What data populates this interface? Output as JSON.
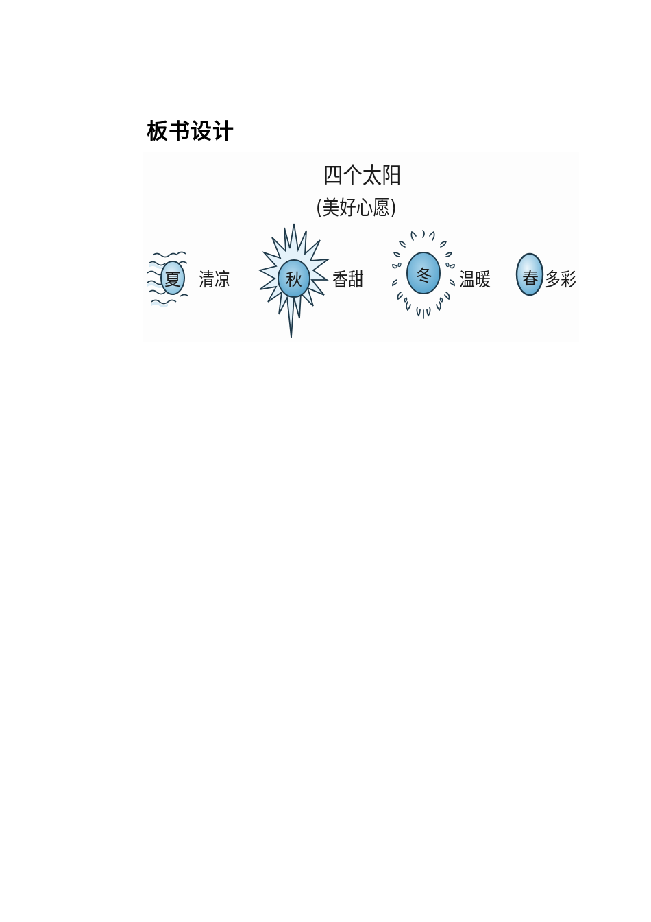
{
  "heading": "板书设计",
  "board": {
    "title": "四个太阳",
    "subtitle": "美好心愿",
    "subtitle_open": "(",
    "subtitle_close": ")",
    "suns": [
      {
        "season": "夏",
        "description": "清凉",
        "icon": "wavy-sun-icon"
      },
      {
        "season": "秋",
        "description": "香甜",
        "icon": "spiky-sun-icon"
      },
      {
        "season": "冬",
        "description": "温暖",
        "icon": "flame-sun-icon"
      },
      {
        "season": "春",
        "description": "多彩",
        "icon": "plain-sun-icon"
      }
    ],
    "colors": {
      "sun_fill": "#8cc4e0",
      "sun_fill_light": "#cfe6f3",
      "outline": "#1f3a4a",
      "ray_fill": "#e4f2fa"
    }
  }
}
